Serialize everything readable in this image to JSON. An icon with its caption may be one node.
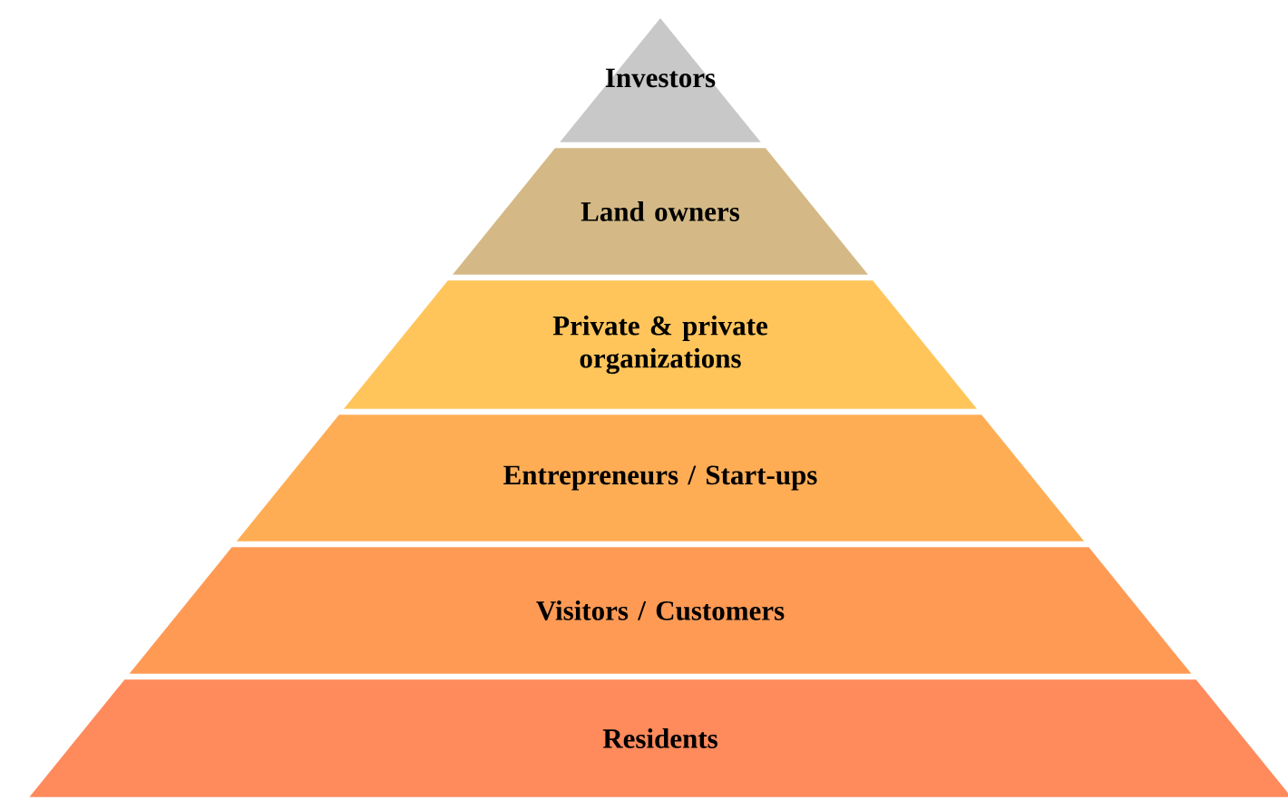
{
  "diagram": {
    "nodes": [
      {
        "text": [
          "Investors"
        ]
      },
      {
        "text": [
          "Land owners"
        ]
      },
      {
        "text": [
          "Private & private organizations"
        ]
      },
      {
        "text": [
          "Entrepreneurs / Start-ups"
        ]
      },
      {
        "text": [
          "Visitors / Customers"
        ]
      },
      {
        "text": [
          "Residents"
        ]
      }
    ]
  }
}
